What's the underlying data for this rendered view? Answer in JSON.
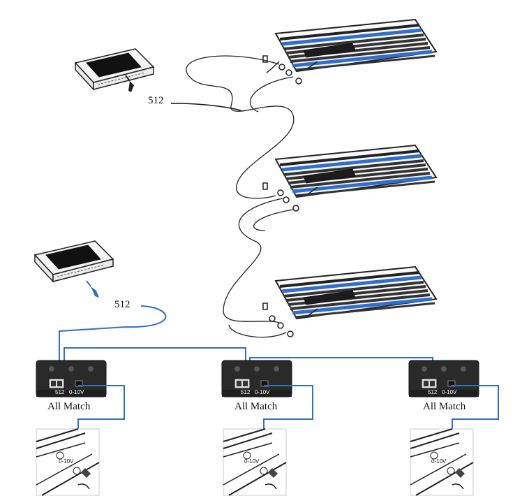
{
  "labels": {
    "signal_top": "512",
    "signal_bottom": "512",
    "box_caption": "All Match",
    "port_512": "512",
    "port_010v": "0-10V",
    "detail_010v": "0-10V"
  },
  "colors": {
    "blue_cable": "#2f6fc4",
    "bar_blue": "#2f6fd0",
    "box_dark": "#2a2a2a",
    "line": "#222222"
  },
  "icons": [
    "controller-device-icon",
    "light-fixture-icon",
    "driver-box-icon",
    "connector-plug-icon"
  ]
}
